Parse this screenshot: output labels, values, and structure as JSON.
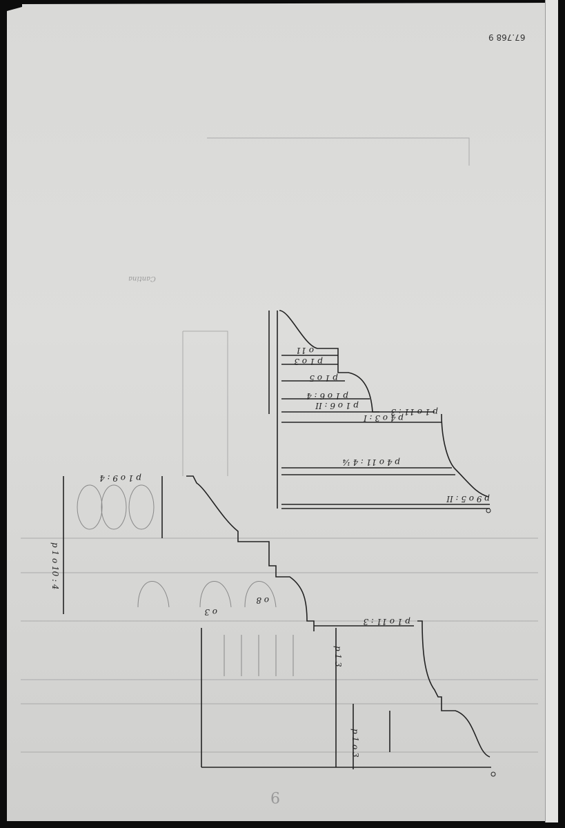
{
  "image": {
    "type": "scanned architectural drawing",
    "description": "Profile of cornice/base moldings with dimension annotations (inverted orientation)",
    "colors": {
      "background": "#0c0c0c",
      "paper": "#d9d9d7",
      "ink": "#222222",
      "pencil": "#999999"
    }
  },
  "annotations": {
    "accession_number": "67.768 9",
    "faint_word": "Cantina",
    "page_mark": "9",
    "labels": [
      {
        "id": "a1",
        "text": "p 9 o 5 : II"
      },
      {
        "id": "a2",
        "text": "p 4 o 11 : 4 ¼"
      },
      {
        "id": "a3",
        "text": "p 4 o 3 : I"
      },
      {
        "id": "a4",
        "text": "p 1 o 11 : 3"
      },
      {
        "id": "a5",
        "text": "p 1 o 6 : II"
      },
      {
        "id": "a6",
        "text": "p 1 o 6 : 4"
      },
      {
        "id": "a7",
        "text": "p 1 o 5"
      },
      {
        "id": "a8",
        "text": "p 1 o 3"
      },
      {
        "id": "a9",
        "text": "o 11"
      },
      {
        "id": "a10",
        "text": "p 1 o 11 : 3"
      },
      {
        "id": "a11",
        "text": "o 3"
      },
      {
        "id": "a12",
        "text": "o 8"
      },
      {
        "id": "a13",
        "text": "p 1 o 3"
      },
      {
        "id": "a14",
        "text": "p 1 3"
      },
      {
        "id": "a15",
        "text": "p 1 o 9 : 4"
      },
      {
        "id": "a16",
        "text": "p 1 o 10 : 4"
      }
    ]
  }
}
